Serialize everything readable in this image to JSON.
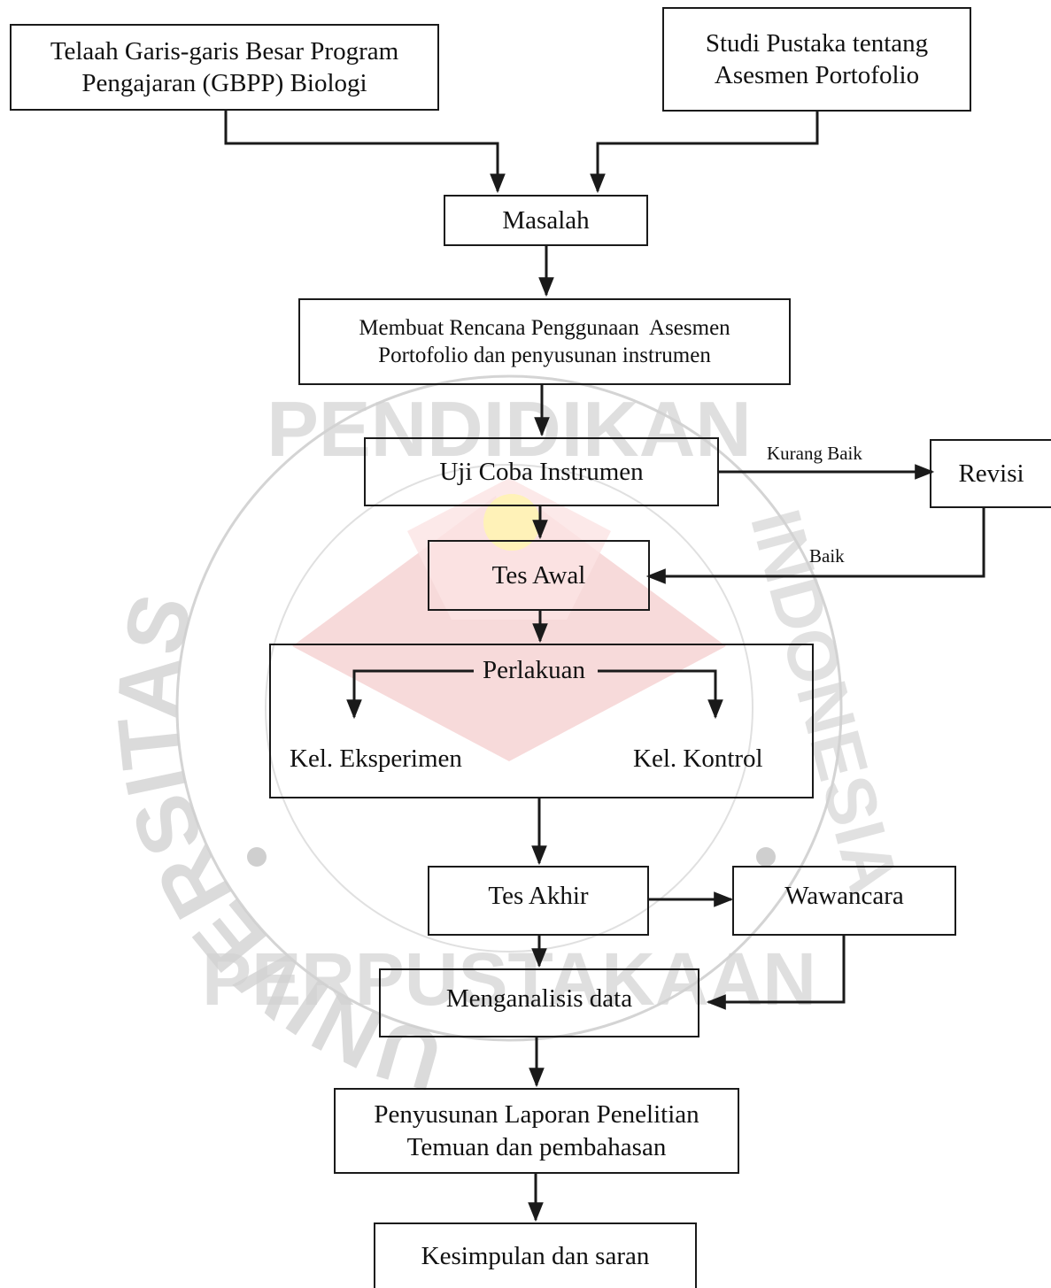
{
  "watermark": {
    "top_text": "PENDIDIKAN",
    "left_text": "UNIVERSITAS",
    "right_text": "INDONESIA",
    "bottom_text": "PERPUSTAKAAN"
  },
  "colors": {
    "ink": "#1a1a1a",
    "watermark_gray": "#c9c9c9",
    "watermark_red": "#f2c2c2",
    "watermark_yellow": "#fff0b0"
  },
  "boxes": {
    "telaah": [
      "Telaah Garis-garis Besar Program",
      "Pengajaran (GBPP) Biologi"
    ],
    "studi": [
      "Studi Pustaka tentang",
      "Asesmen Portofolio"
    ],
    "masalah": "Masalah",
    "membuat": [
      "Membuat Rencana Penggunaan  Asesmen",
      "Portofolio dan penyusunan instrumen"
    ],
    "uji": "Uji Coba Instrumen",
    "revisi": "Revisi",
    "tes_awal": "Tes Awal",
    "perlakuan": {
      "title": "Perlakuan",
      "left": "Kel. Eksperimen",
      "right": "Kel. Kontrol"
    },
    "tes_akhir": "Tes Akhir",
    "wawancara": "Wawancara",
    "menganalisis": "Menganalisis data",
    "penyusunan": [
      "Penyusunan Laporan Penelitian",
      "Temuan dan pembahasan"
    ],
    "kesimpulan": "Kesimpulan dan saran"
  },
  "edge_labels": {
    "kurang_baik": "Kurang Baik",
    "baik": "Baik"
  }
}
